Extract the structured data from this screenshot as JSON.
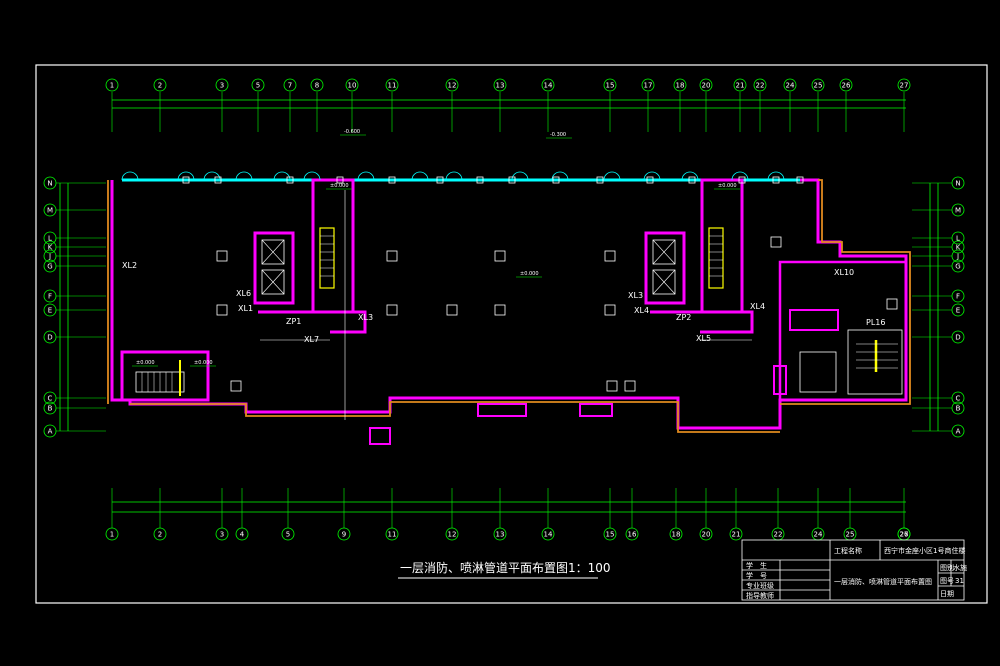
{
  "drawing_title": "一层消防、喷淋管道平面布置图1：100",
  "colors": {
    "grid": "#00ff00",
    "wall": "#ff00ff",
    "glass": "#00ffff",
    "facade": "#e08a1e",
    "stair": "#ffff00",
    "frame": "#ffffff"
  },
  "axes_top": [
    "1",
    "2",
    "3",
    "5",
    "7",
    "8",
    "10",
    "11",
    "12",
    "13",
    "14",
    "15",
    "17",
    "18",
    "20",
    "21",
    "22",
    "24",
    "25",
    "26",
    "27"
  ],
  "axes_bottom": [
    "1",
    "2",
    "3",
    "4",
    "5",
    "9",
    "11",
    "12",
    "13",
    "14",
    "15",
    "16",
    "18",
    "20",
    "21",
    "22",
    "24",
    "25",
    "26",
    "27"
  ],
  "axes_left": [
    "N",
    "M",
    "L",
    "K",
    "J",
    "G",
    "F",
    "E",
    "D",
    "C",
    "B",
    "A"
  ],
  "level_tags": [
    "-0.600",
    "-0.300",
    "±0.000",
    "±0.000",
    "±0.000",
    "±0.000",
    "±0.000"
  ],
  "pipe_tags": [
    "XL2",
    "XL6",
    "XL1",
    "ZP1",
    "XL7",
    "XL3",
    "XL3",
    "XL4",
    "ZP2",
    "XL5",
    "XL4",
    "XL10",
    "PL16"
  ],
  "title_block": {
    "project_label": "工程名称",
    "project_name": "西宁市金座小区1号商住楼",
    "drawing_name": "一层消防、喷淋管道平面布置图",
    "rows_left": [
      "学　生",
      "学　号",
      "专业班级",
      "指导教师"
    ],
    "cells_right": [
      "图别",
      "水施",
      "图号",
      "31",
      "日期"
    ]
  }
}
